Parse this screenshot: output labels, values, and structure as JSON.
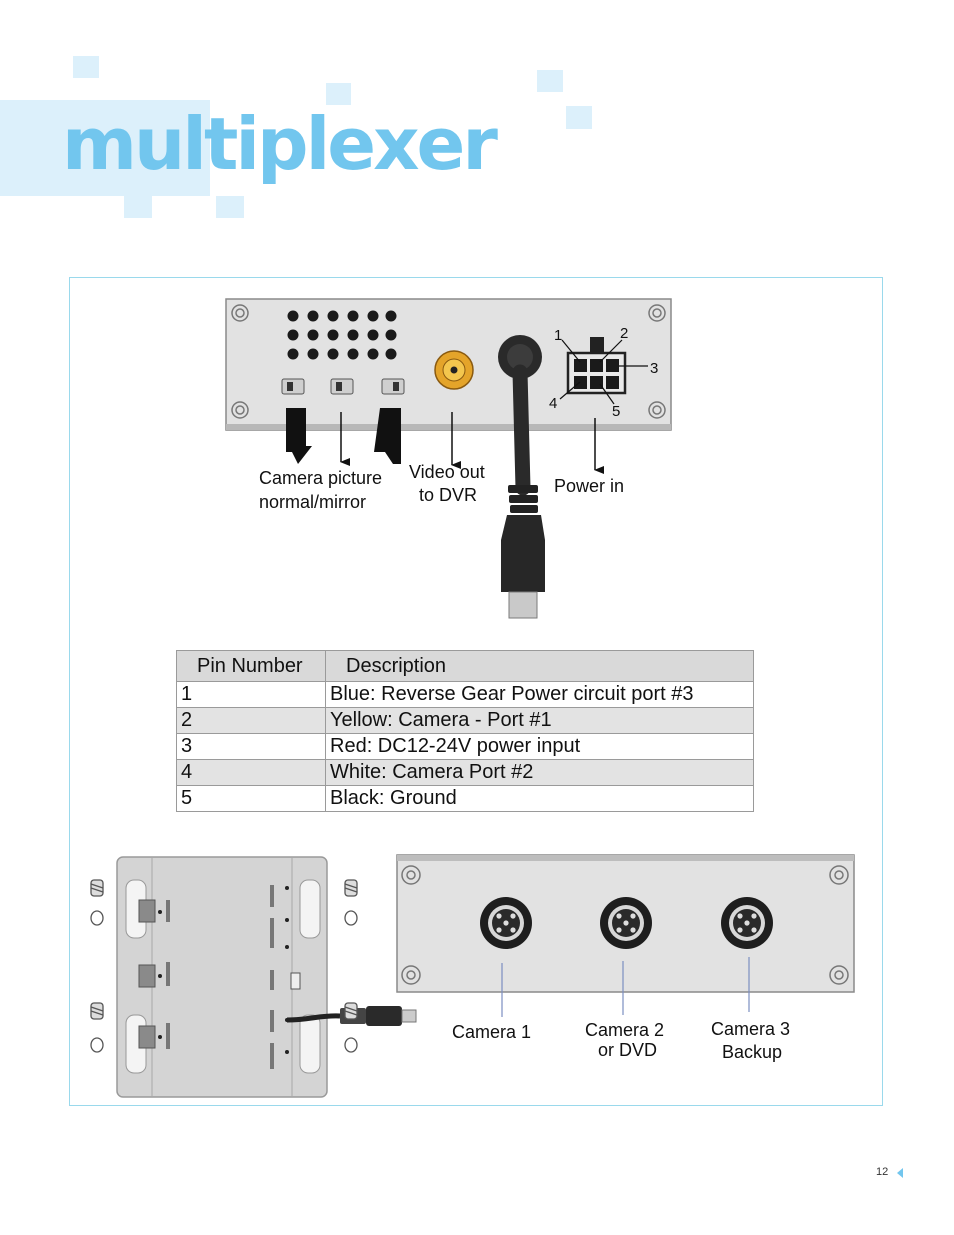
{
  "title": "multiplexer",
  "page_number": "12",
  "top_diagram": {
    "labels": {
      "camera_picture_line1": "Camera picture",
      "camera_picture_line2": "normal/mirror",
      "video_out_line1": "Video out",
      "video_out_line2": "to DVR",
      "power_in": "Power in"
    },
    "pins": [
      "1",
      "2",
      "3",
      "4",
      "5"
    ]
  },
  "pin_table": {
    "headers": [
      "Pin Number",
      "Description"
    ],
    "rows": [
      {
        "pin": "1",
        "description": "Blue: Reverse Gear Power circuit port #3"
      },
      {
        "pin": "2",
        "description": "Yellow: Camera - Port #1"
      },
      {
        "pin": "3",
        "description": "Red: DC12-24V power input"
      },
      {
        "pin": "4",
        "description": "White: Camera Port #2"
      },
      {
        "pin": "5",
        "description": "Black: Ground"
      }
    ]
  },
  "bottom_diagram": {
    "camera1": "Camera 1",
    "camera2_line1": "Camera 2",
    "camera2_line2": "or DVD",
    "camera3_line1": "Camera 3",
    "camera3_line2": "Backup"
  },
  "colors": {
    "title": "#72c6ee",
    "frame_border": "#9ad9ec",
    "decor_squares": "#dcf0fb"
  }
}
